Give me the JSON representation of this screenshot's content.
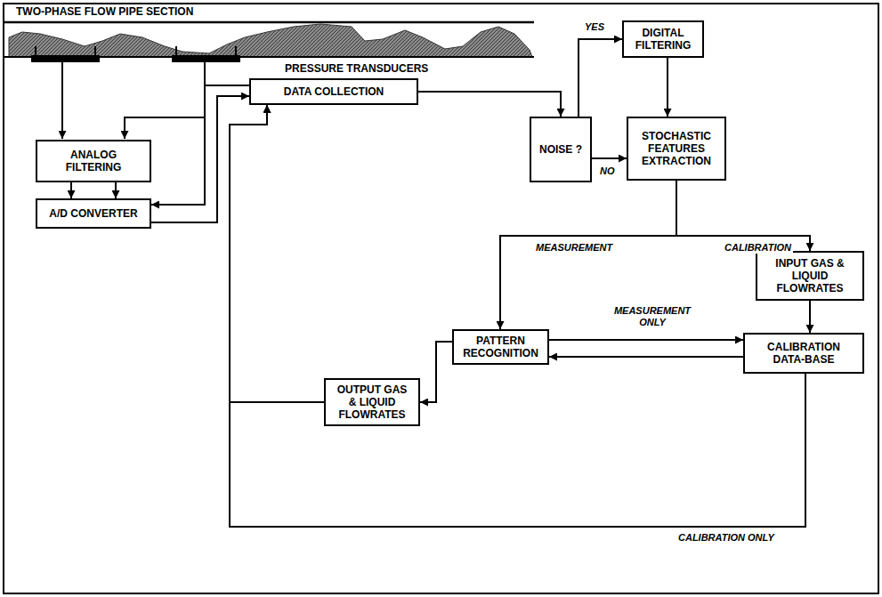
{
  "diagram": {
    "nodes": [
      {
        "text": [
          "ANALOG FILTERING"
        ]
      },
      {
        "text": [
          "A/D CONVERTER"
        ]
      },
      {
        "text": [
          "DATA COLLECTION"
        ]
      },
      {
        "text": [
          "NOISE ?"
        ]
      },
      {
        "text": [
          "DIGITAL FILTERING"
        ]
      },
      {
        "text": [
          "STOCHASTIC FEATURES EXTRACTION"
        ]
      },
      {
        "text": [
          "INPUT GAS & LIQUID FLOWRATES"
        ]
      },
      {
        "text": [
          "PATTERN RECOGNITION"
        ]
      },
      {
        "text": [
          "CALIBRATION DATA-BASE"
        ]
      },
      {
        "text": [
          "OUTPUT GAS & LIQUID FLOWRATES"
        ]
      }
    ],
    "edges": [
      {
        "from": 0,
        "to": 1,
        "arrow": "to"
      },
      {
        "from": 0,
        "to": 1,
        "arrow": "to"
      },
      {
        "from": 1,
        "to": 2,
        "arrow": "to"
      },
      {
        "from": 2,
        "to": 1,
        "arrow": "to"
      },
      {
        "from": 2,
        "to": 3,
        "arrow": "to"
      },
      {
        "from": 3,
        "to": 4,
        "label": "YES",
        "arrow": "to"
      },
      {
        "from": 3,
        "to": 5,
        "label": "NO",
        "arrow": "to"
      },
      {
        "from": 4,
        "to": 5,
        "arrow": "to"
      },
      {
        "from": 5,
        "to": 7,
        "label": "MEASUREMENT",
        "arrow": "to"
      },
      {
        "from": 5,
        "to": 6,
        "label": "CALIBRATION",
        "arrow": "to"
      },
      {
        "from": 6,
        "to": 8,
        "arrow": "to"
      },
      {
        "from": 7,
        "to": 8,
        "label": "MEASUREMENT ONLY",
        "arrow": "to"
      },
      {
        "from": 8,
        "to": 7,
        "arrow": "to"
      },
      {
        "from": 7,
        "to": 9,
        "arrow": "to"
      },
      {
        "from": 9,
        "to": 2,
        "arrow": "to"
      },
      {
        "from": 8,
        "to": 2,
        "label": "CALIBRATION ONLY",
        "arrow": "to"
      }
    ],
    "labels": [
      "TWO-PHASE FLOW PIPE SECTION",
      "PRESSURE TRANSDUCERS"
    ]
  }
}
